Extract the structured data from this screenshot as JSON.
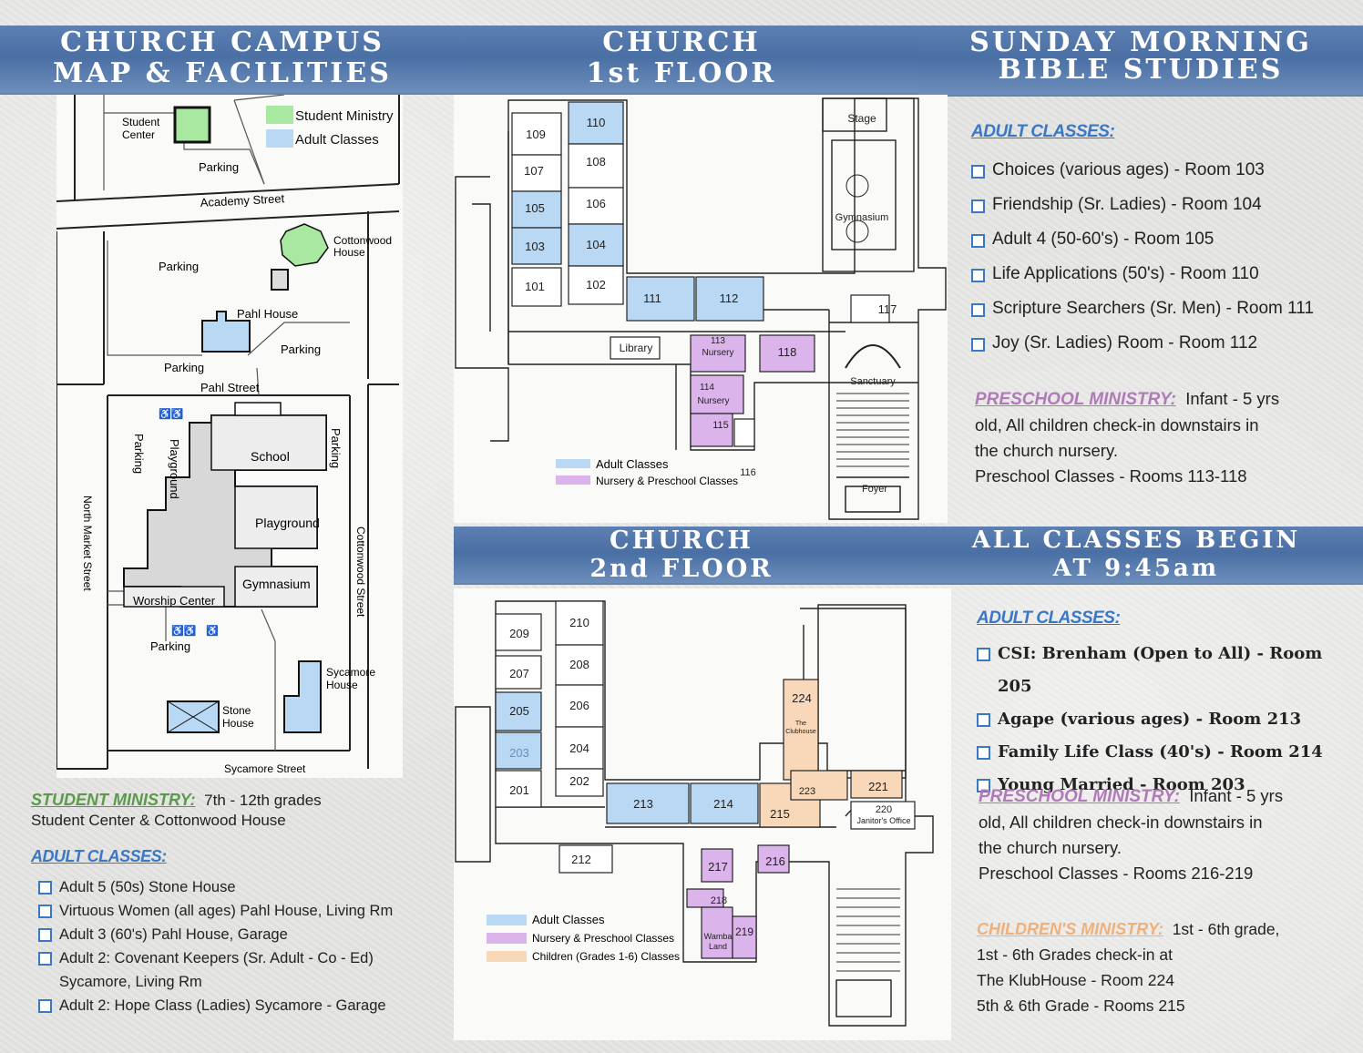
{
  "banners": {
    "campus": {
      "line1": "CHURCH CAMPUS",
      "line2": "MAP & FACILITIES"
    },
    "floor1": {
      "line1": "CHURCH",
      "line2": "1st FLOOR"
    },
    "sunday": {
      "line1": "SUNDAY MORNING",
      "line2": "BIBLE STUDIES"
    },
    "floor2": {
      "line1": "CHURCH",
      "line2": "2nd FLOOR"
    },
    "begin": {
      "line1": "ALL CLASSES BEGIN",
      "line2": "AT 9:45am"
    }
  },
  "campus_map": {
    "legend": {
      "student": "Student Ministry",
      "adult": "Adult Classes"
    },
    "labels": {
      "student_center_1": "Student",
      "student_center_2": "Center",
      "parking": "Parking",
      "academy_street": "Academy Street",
      "cottonwood_1": "Cottonwood",
      "cottonwood_2": "House",
      "pahl_house": "Pahl House",
      "pahl_street": "Pahl Street",
      "playground": "Playground",
      "school": "School",
      "north_market": "North Market Street",
      "cottonwood_street": "Cottonwood Street",
      "gymnasium": "Gymnasium",
      "worship_center": "Worship Center",
      "sycamore_1": "Sycamore",
      "sycamore_2": "House",
      "stone_1": "Stone",
      "stone_2": "House",
      "sycamore_street": "Sycamore Street"
    },
    "colors": {
      "student": "#a8e8a0",
      "adult": "#b8d8f4",
      "building": "#d8d8d8"
    }
  },
  "floor1": {
    "rooms": {
      "r110": "110",
      "r109": "109",
      "r108": "108",
      "r107": "107",
      "r106": "106",
      "r105": "105",
      "r104": "104",
      "r103": "103",
      "r102": "102",
      "r101": "101",
      "r111": "111",
      "r112": "112",
      "r117": "117",
      "r118": "118",
      "r113a": "113",
      "r113b": "Nursery",
      "r114a": "114",
      "r114b": "Nursery",
      "r115": "115",
      "r116": "116",
      "library": "Library",
      "stage": "Stage",
      "gymnasium": "Gymnasium",
      "sanctuary": "Sanctuary",
      "foyer": "Foyer"
    },
    "legend": {
      "adult": "Adult Classes",
      "nursery": "Nursery & Preschool Classes"
    },
    "colors": {
      "adult": "#b8d8f4",
      "nursery": "#dcb4ec"
    }
  },
  "floor2": {
    "rooms": {
      "r210": "210",
      "r209": "209",
      "r208": "208",
      "r207": "207",
      "r206": "206",
      "r205": "205",
      "r204": "204",
      "r203": "203",
      "r202": "202",
      "r201": "201",
      "r213": "213",
      "r214": "214",
      "r215": "215",
      "r212": "212",
      "r216": "216",
      "r217": "217",
      "r218": "218",
      "r219": "219",
      "wamba1": "Wamba",
      "wamba2": "Land",
      "r224": "224",
      "club1": "The",
      "club2": "Clubhouse",
      "r223": "223",
      "r221": "221",
      "r220": "220",
      "janitor": "Janitor's Office"
    },
    "legend": {
      "adult": "Adult Classes",
      "nursery": "Nursery & Preschool Classes",
      "children": "Children (Grades 1-6) Classes"
    },
    "colors": {
      "adult": "#b8d8f4",
      "nursery": "#dcb4ec",
      "children": "#f8d8b8"
    }
  },
  "left_text": {
    "student_heading": "STUDENT MINISTRY:",
    "student_desc1": "7th - 12th grades",
    "student_desc2": "Student Center & Cottonwood House",
    "adult_heading": "ADULT CLASSES:",
    "adult_items": [
      "Adult 5 (50s) Stone House",
      "Virtuous Women (all ages) Pahl House, Living Rm",
      "Adult 3 (60's) Pahl House, Garage",
      "Adult 2: Covenant Keepers (Sr. Adult - Co - Ed)",
      "Adult 2: Hope Class (Ladies) Sycamore - Garage"
    ],
    "adult_item4_line2": "Sycamore, Living Rm"
  },
  "right_top": {
    "adult_heading": "ADULT CLASSES:",
    "adult_items": [
      "Choices (various ages) - Room 103",
      "Friendship (Sr. Ladies) - Room 104",
      "Adult 4 (50-60's) -  Room 105",
      "Life Applications (50's) - Room 110",
      "Scripture Searchers (Sr. Men) - Room 111",
      "Joy (Sr. Ladies) Room - Room 112"
    ],
    "preschool_heading": "PRESCHOOL MINISTRY:",
    "preschool_line1": "Infant - 5 yrs",
    "preschool_line2": "old, All  children check-in downstairs in",
    "preschool_line3": "the church nursery.",
    "preschool_line4": "Preschool Classes - Rooms 113-118"
  },
  "right_bottom": {
    "adult_heading": "ADULT CLASSES:",
    "adult_items": [
      "CSI: Brenham (Open to All) - Room 205",
      "Agape (various ages) - Room 213",
      "Family Life Class (40's) - Room 214",
      "Young Married - Room 203"
    ],
    "preschool_heading": "PRESCHOOL MINISTRY:",
    "preschool_line1": "Infant - 5 yrs",
    "preschool_line2": "old, All children check-in downstairs in",
    "preschool_line3": "the church nursery.",
    "preschool_line4": "Preschool Classes - Rooms 216-219",
    "children_heading": "CHILDREN'S MINISTRY:",
    "children_line1": "1st - 6th grade,",
    "children_line2": "1st - 6th Grades check-in at",
    "children_line3": "The KlubHouse - Room 224",
    "children_line4": "5th & 6th Grade - Rooms 215"
  }
}
